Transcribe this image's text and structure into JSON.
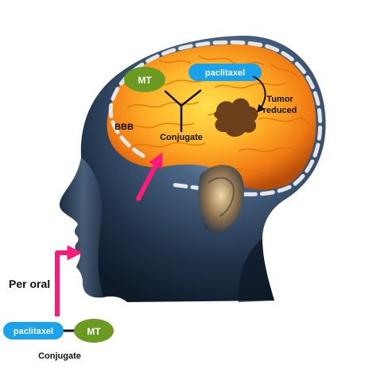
{
  "labels": {
    "mt_top": "MT",
    "paclitaxel_top": "paclitaxel",
    "tumor_line1": "Tumor",
    "tumor_line2": "reduced",
    "bbb": "BBB",
    "conjugate_top": "Conjugate",
    "per_oral": "Per oral",
    "paclitaxel_bottom": "paclitaxel",
    "mt_bottom": "MT",
    "conjugate_bottom": "Conjugate"
  },
  "colors": {
    "mt_green": "#6a9a1f",
    "paclitaxel_blue": "#1aa3ea",
    "pink_arrow": "#ff1a7a",
    "tumor_brown": "#6b3e1c",
    "head_dark": "#1e2f45",
    "head_highlight": "#9fb6cf",
    "brain_orange": "#ff9a1a",
    "brain_yellow": "#ffd23a"
  }
}
